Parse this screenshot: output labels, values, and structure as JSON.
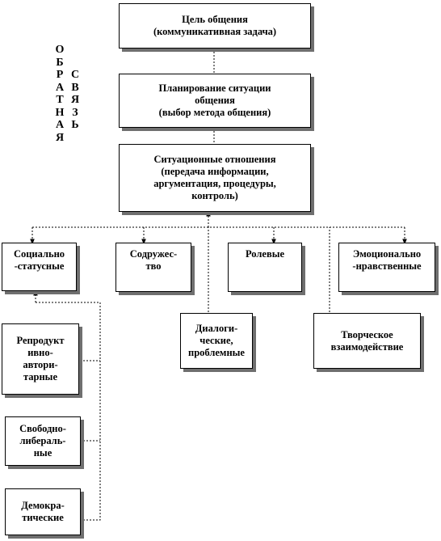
{
  "goal": [
    "Цель общения",
    "(коммуникативная задача)"
  ],
  "planning": [
    "Планирование ситуации",
    "общения",
    "(выбор метода общения)"
  ],
  "situational": [
    "Ситуационные отношения",
    "(передача информации,",
    "аргументация, процедуры,",
    "контроль)"
  ],
  "social": [
    "Социально",
    "-статусные"
  ],
  "cooperation": [
    "Содружес-",
    "тво"
  ],
  "role": [
    "Ролевые"
  ],
  "emotional": [
    "Эмоционально",
    "-нравственные"
  ],
  "reproductive": [
    "Репродукт",
    "ивно-",
    "автори-",
    "тарные"
  ],
  "liberal": [
    "Свободно-",
    "либераль-",
    "ные"
  ],
  "democratic": [
    "Демокра-",
    "тические"
  ],
  "dialogic": [
    "Диалоги-",
    "ческие,",
    "проблемные"
  ],
  "creative": [
    "Творческое",
    "взаимодействие"
  ],
  "feedback_col1": [
    "О",
    "Б",
    "Р",
    "А",
    "Т",
    "Н",
    "А",
    "Я"
  ],
  "feedback_col2": [
    "С",
    "В",
    "Я",
    "З",
    "Ь"
  ]
}
